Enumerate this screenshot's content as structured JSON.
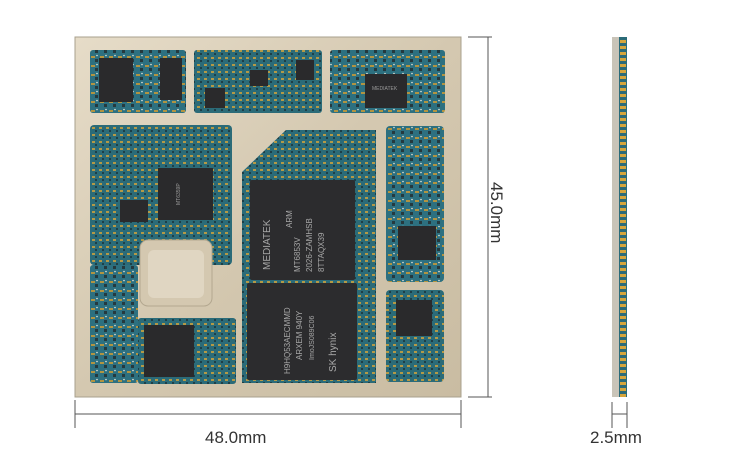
{
  "dimensions": {
    "width": "48.0mm",
    "height": "45.0mm",
    "thickness": "2.5mm"
  },
  "chips": {
    "soc_brand": "MEDIATEK",
    "soc_suffix": "ARM",
    "soc_model": "MT6853V",
    "soc_line2": "2026-ZAMHSB",
    "soc_line3": "8TTAQX39",
    "memory_brand": "SK hynix",
    "memory_model": "H9HQ53AECMMD",
    "memory_line2": "ARXEM 940Y",
    "memory_line3": "ImoJS089C06",
    "pmic_brand": "MEDIATEK",
    "pmic_model": "MT6359P"
  },
  "colors": {
    "pcb_green": "#2b6b78",
    "shield_silver": "#d9cdb6",
    "chip_black": "#2a2a2c",
    "gold_pad": "#d6a53a"
  }
}
